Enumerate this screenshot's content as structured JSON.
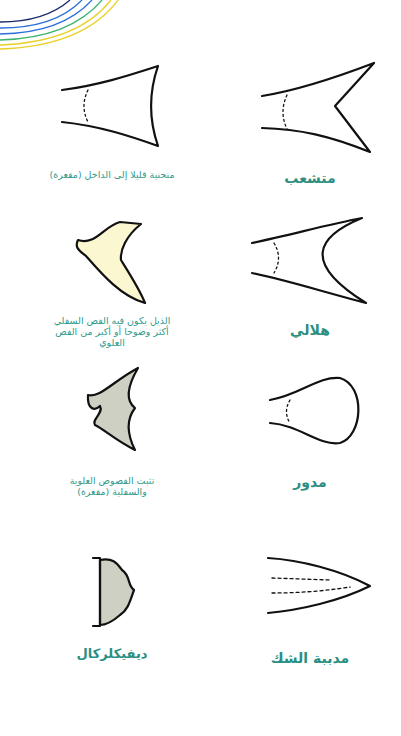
{
  "diagram": {
    "labels": [
      "متشعب",
      "منحنية قليلا إلى الداخل (مقعرة)",
      "هلالي",
      "الذيل يكون فيه الفص السفلي أكثر وضوحا أو أكبر من الفص العلوي",
      "مدور",
      "تثبت الفصوص العلوية والسفلية (مقعرة)",
      "مدببة الشك",
      "ديفيكلركال"
    ]
  }
}
